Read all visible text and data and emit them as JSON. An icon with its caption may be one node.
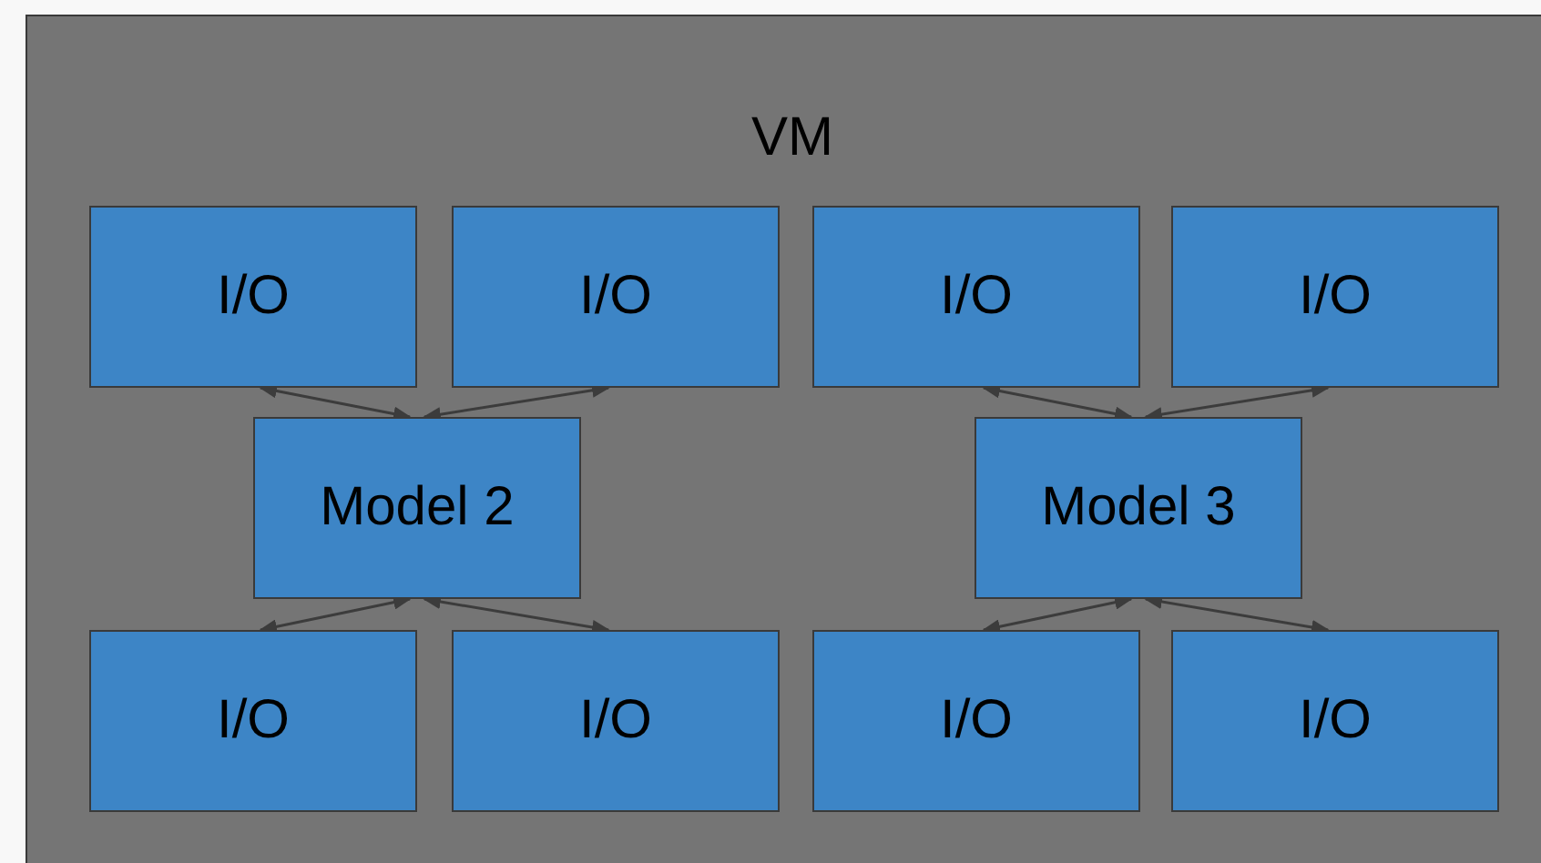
{
  "diagram": {
    "nodes": [
      {
        "text": [
          "VM"
        ]
      },
      {
        "text": [
          "I/O"
        ],
        "in": 0
      },
      {
        "text": [
          "I/O"
        ],
        "in": 0
      },
      {
        "text": [
          "I/O"
        ],
        "in": 0
      },
      {
        "text": [
          "I/O"
        ],
        "in": 0
      },
      {
        "text": [
          "Model 2"
        ],
        "in": 0
      },
      {
        "text": [
          "Model 3"
        ],
        "in": 0
      },
      {
        "text": [
          "I/O"
        ],
        "in": 0
      },
      {
        "text": [
          "I/O"
        ],
        "in": 0
      },
      {
        "text": [
          "I/O"
        ],
        "in": 0
      },
      {
        "text": [
          "I/O"
        ],
        "in": 0
      }
    ],
    "edges": [
      {
        "from": 1,
        "to": 5,
        "arrow": "both"
      },
      {
        "from": 2,
        "to": 5,
        "arrow": "both"
      },
      {
        "from": 3,
        "to": 6,
        "arrow": "both"
      },
      {
        "from": 4,
        "to": 6,
        "arrow": "both"
      },
      {
        "from": 5,
        "to": 7,
        "arrow": "both"
      },
      {
        "from": 5,
        "to": 8,
        "arrow": "both"
      },
      {
        "from": 6,
        "to": 9,
        "arrow": "both"
      },
      {
        "from": 6,
        "to": 10,
        "arrow": "both"
      }
    ]
  }
}
